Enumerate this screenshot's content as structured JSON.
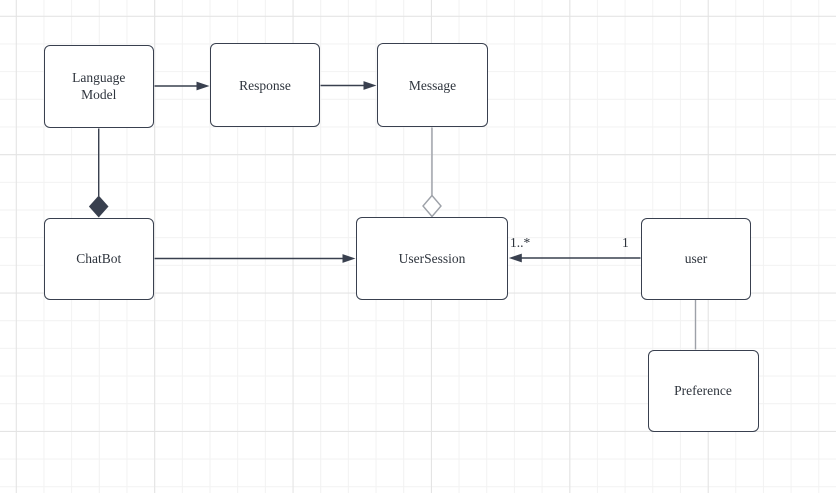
{
  "diagram": {
    "type": "uml-class-diagram",
    "nodes": [
      {
        "id": "language-model",
        "label": "Language Model"
      },
      {
        "id": "response",
        "label": "Response"
      },
      {
        "id": "message",
        "label": "Message"
      },
      {
        "id": "chatbot",
        "label": "ChatBot"
      },
      {
        "id": "user-session",
        "label": "UserSession"
      },
      {
        "id": "user",
        "label": "user"
      },
      {
        "id": "preference",
        "label": "Preference"
      }
    ],
    "edges": [
      {
        "from": "language-model",
        "to": "response",
        "type": "directed-arrow"
      },
      {
        "from": "response",
        "to": "message",
        "type": "directed-arrow"
      },
      {
        "from": "language-model",
        "to": "chatbot",
        "type": "composition-filled-diamond"
      },
      {
        "from": "message",
        "to": "user-session",
        "type": "aggregation-hollow-diamond"
      },
      {
        "from": "chatbot",
        "to": "user-session",
        "type": "directed-arrow"
      },
      {
        "from": "user",
        "to": "user-session",
        "type": "directed-arrow",
        "source_label": "1",
        "target_label": "1..*"
      },
      {
        "from": "user",
        "to": "preference",
        "type": "plain-line"
      }
    ],
    "labels": {
      "user_session_multiplicity": "1..*",
      "user_multiplicity": "1"
    },
    "colors": {
      "canvas": "#ffffff",
      "node_fill": "#ffffff",
      "node_stroke": "#39404f",
      "dark_edge": "#39404f",
      "light_edge": "#9da1a8",
      "text": "#2e343d",
      "grid_minor": "#f2f2f2",
      "grid_major": "#e3e3e3"
    }
  }
}
